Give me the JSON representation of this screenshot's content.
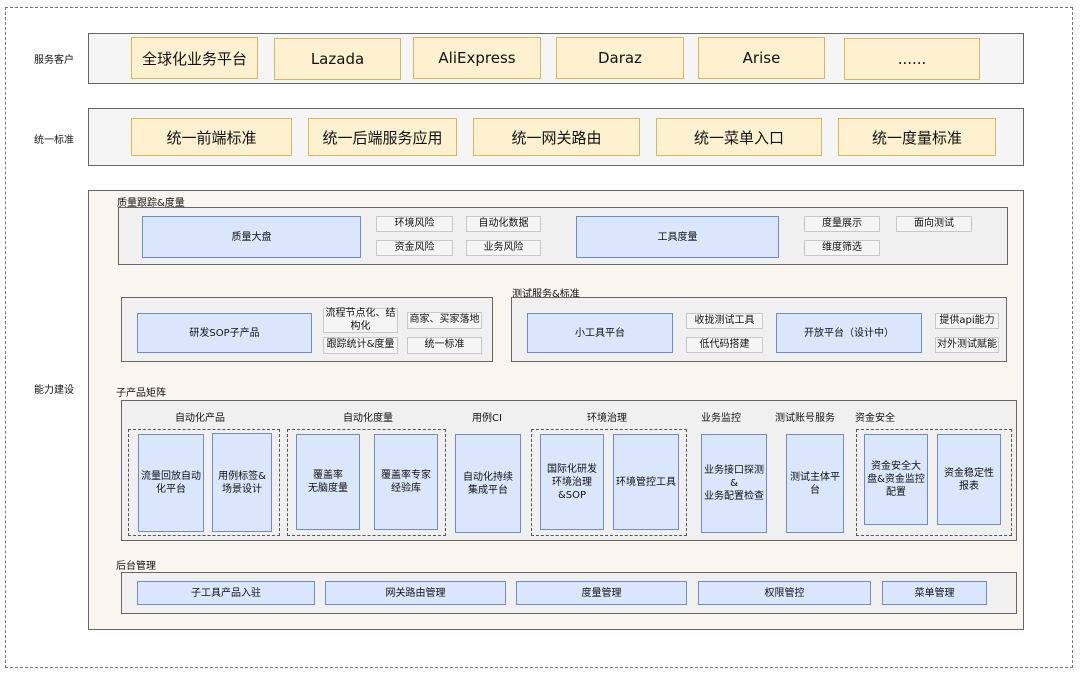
{
  "rows": {
    "customers": "服务客户",
    "standards": "统一标准",
    "capability": "能力建设"
  },
  "customers": [
    "全球化业务平台",
    "Lazada",
    "AliExpress",
    "Daraz",
    "Arise",
    "......"
  ],
  "standards": [
    "统一前端标准",
    "统一后端服务应用",
    "统一网关路由",
    "统一菜单入口",
    "统一度量标准"
  ],
  "quality": {
    "title": "质量跟踪&度量",
    "dashboard": "质量大盘",
    "risks": [
      "环境风险",
      "自动化数据",
      "资金风险",
      "业务风险"
    ],
    "tool_metric": "工具度量",
    "metric_items": [
      "度量展示",
      "面向测试",
      "维度筛选"
    ]
  },
  "sop": {
    "product": "研发SOP子产品",
    "items": [
      "流程节点化、结构化",
      "商家、买家落地",
      "跟踪统计&度量",
      "统一标准"
    ]
  },
  "test_service": {
    "title": "测试服务&标准",
    "small_tools": "小工具平台",
    "items": [
      "收拢测试工具",
      "低代码搭建"
    ],
    "open_platform": "开放平台（设计中）",
    "open_items": [
      "提供api能力",
      "对外测试赋能"
    ]
  },
  "matrix": {
    "title": "子产品矩阵",
    "groups": [
      {
        "label": "自动化产品",
        "items": [
          "流量回放自动化平台",
          "用例标签&场景设计"
        ]
      },
      {
        "label": "自动化度量",
        "items": [
          "覆盖率\n无脑度量",
          "覆盖率专家\n经验库"
        ]
      },
      {
        "label": "用例CI",
        "items": [
          "自动化持续\n集成平台"
        ]
      },
      {
        "label": "环境治理",
        "items": [
          "国际化研发环境治理&SOP",
          "环境管控工具"
        ]
      },
      {
        "label": "业务监控",
        "items": [
          "业务接口探测\n&\n业务配置检查"
        ]
      },
      {
        "label": "测试账号服务",
        "items": [
          "测试主体平\n台"
        ]
      },
      {
        "label": "资金安全",
        "items": [
          "资金安全大盘&资金监控配置",
          "资金稳定性\n报表"
        ]
      }
    ]
  },
  "backend": {
    "title": "后台管理",
    "items": [
      "子工具产品入驻",
      "网关路由管理",
      "度量管理",
      "权限管控",
      "菜单管理"
    ]
  }
}
